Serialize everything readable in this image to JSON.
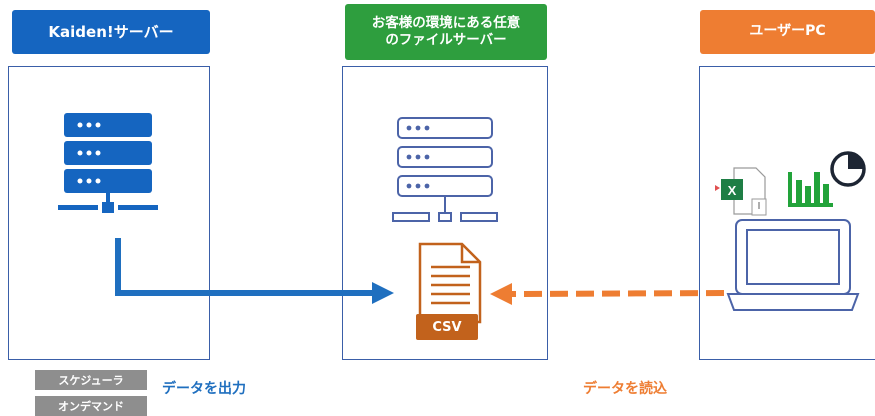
{
  "headers": {
    "kaiden_server": "Kaiden!サーバー",
    "customer_file_server": "お客様の環境にある任意\nのファイルサーバー",
    "user_pc": "ユーザーPC"
  },
  "badges": {
    "scheduler": "スケジューラ",
    "on_demand": "オンデマンド"
  },
  "file_label": "CSV",
  "excel_letter": "X",
  "flows": {
    "output": "データを出力",
    "read": "データを読込"
  },
  "colors": {
    "blue": "#1565c0",
    "green": "#2e9e3e",
    "orange": "#ee7d32",
    "panel_border": "#3a5ea8",
    "badge_gray": "#8e8e8e",
    "csv_brown": "#c2621c",
    "excel_green": "#1e7e45",
    "chart_green": "#22a33a"
  },
  "icons": [
    "server-icon",
    "server-outline-icon",
    "csv-file-icon",
    "excel-file-icon",
    "chart-icon",
    "laptop-icon"
  ]
}
